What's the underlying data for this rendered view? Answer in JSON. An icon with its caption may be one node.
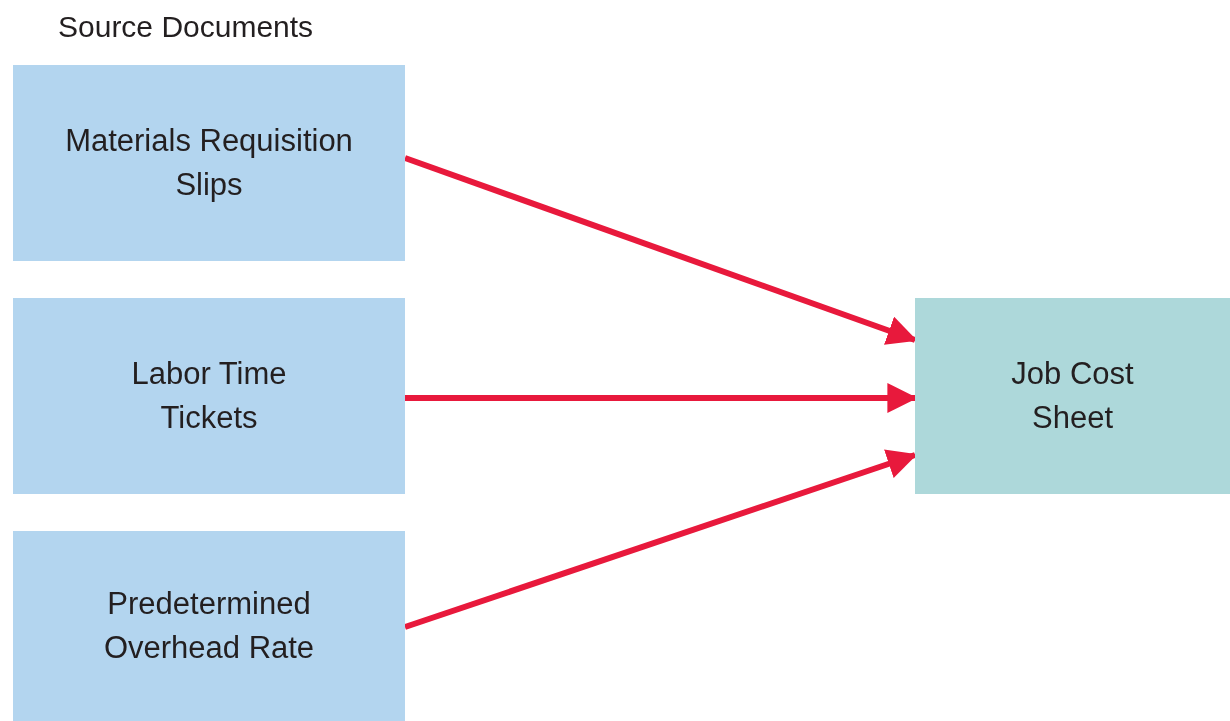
{
  "diagram": {
    "title": "Source Documents",
    "nodes": [
      {
        "text": [
          "Materials Requisition Slips"
        ]
      },
      {
        "text": [
          "Labor Time Tickets"
        ]
      },
      {
        "text": [
          "Predetermined Overhead Rate"
        ]
      },
      {
        "text": [
          "Job Cost Sheet"
        ]
      }
    ],
    "edges": [
      {
        "from": 0,
        "to": 3,
        "arrow": "to"
      },
      {
        "from": 1,
        "to": 3,
        "arrow": "to"
      },
      {
        "from": 2,
        "to": 3,
        "arrow": "to"
      }
    ]
  }
}
